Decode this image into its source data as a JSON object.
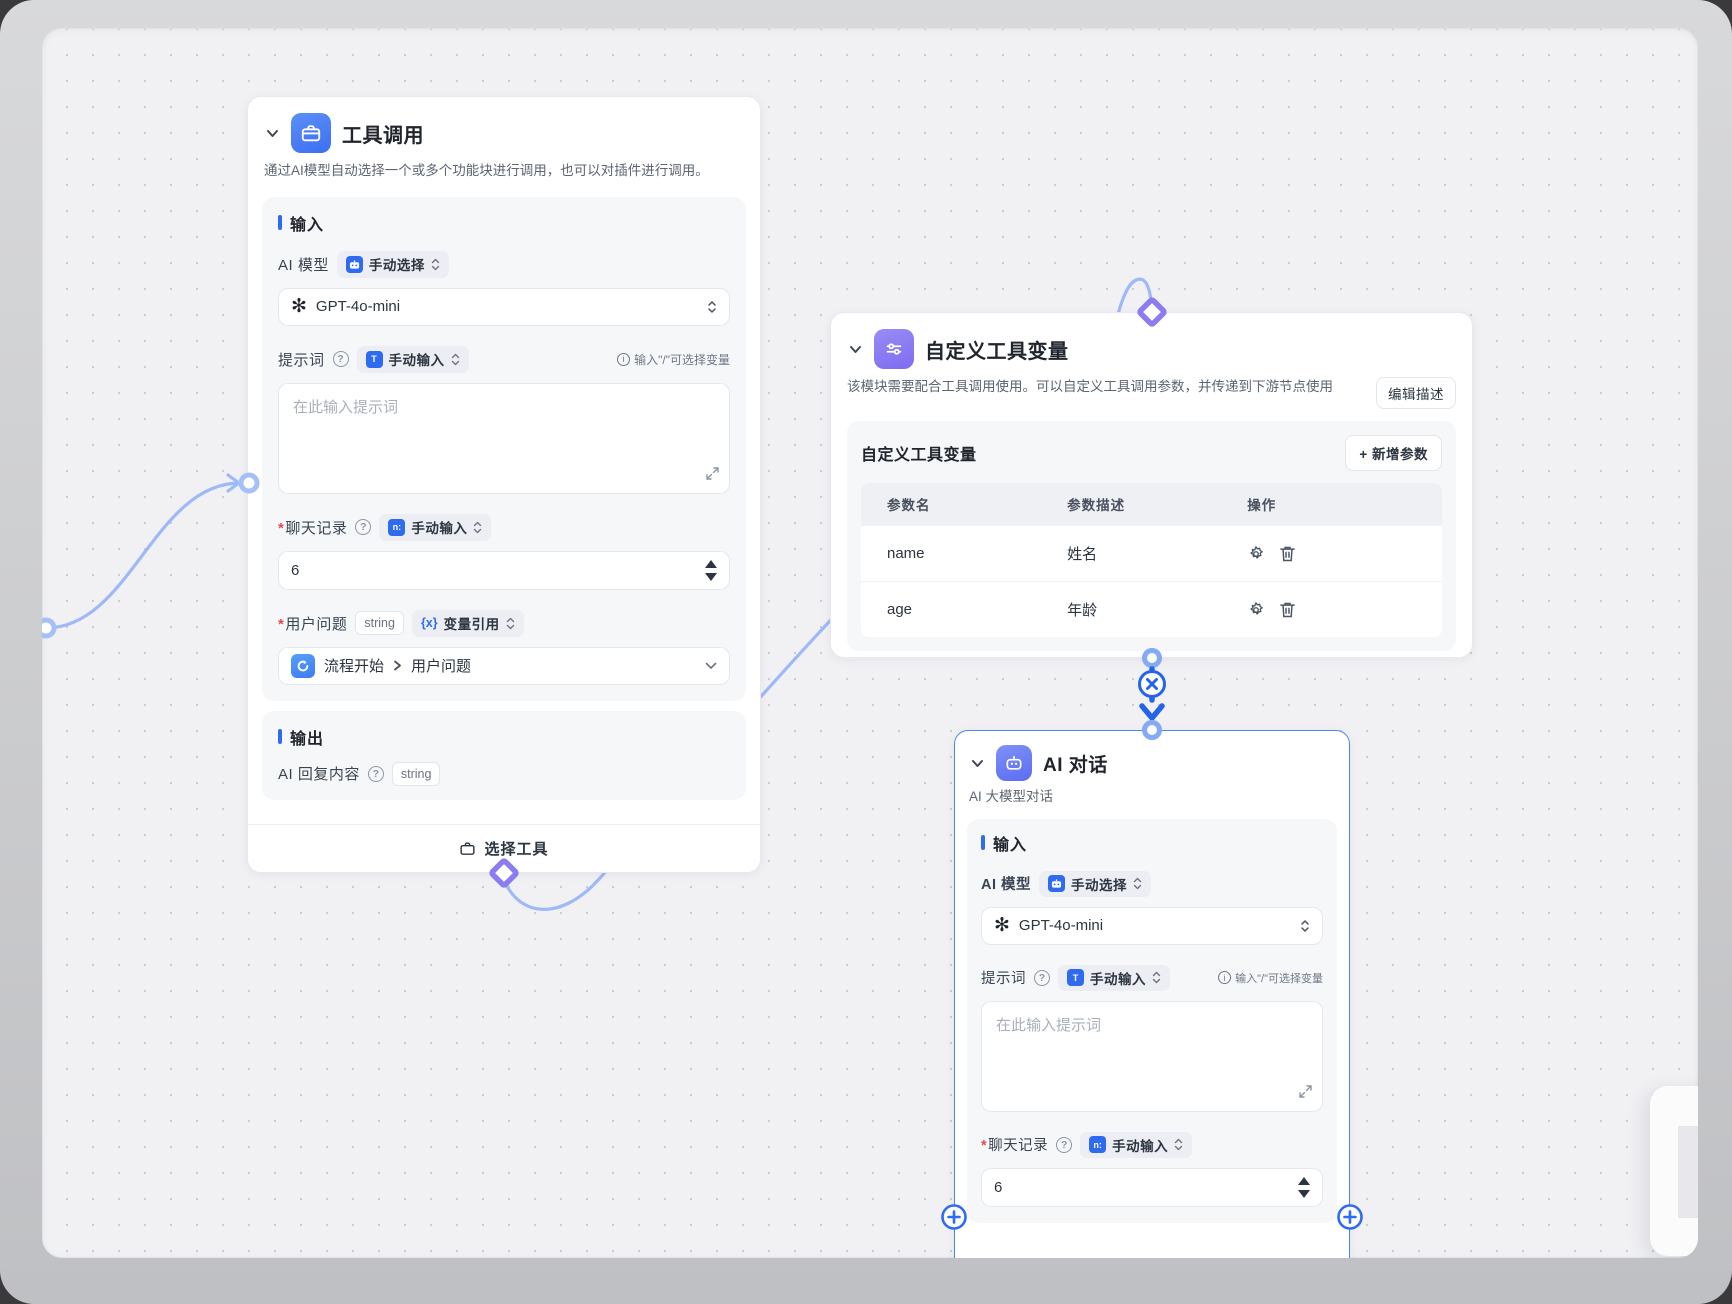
{
  "colors": {
    "accent_blue": "#2f6bf0",
    "edge_blue": "#9db9f7",
    "connector_blue": "#2563eb",
    "handle_purple": "#8b7cf0",
    "selected_border": "#4d86f0"
  },
  "tool_call_node": {
    "title": "工具调用",
    "description": "通过AI模型自动选择一个或多个功能块进行调用，也可以对插件进行调用。",
    "input_section": {
      "header": "输入",
      "ai_model": {
        "label": "AI 模型",
        "mode": "手动选择",
        "model": "GPT-4o-mini"
      },
      "prompt": {
        "label": "提示词",
        "mode": "手动输入",
        "hint": "输入\"/\"可选择变量",
        "placeholder": "在此输入提示词"
      },
      "chat_history": {
        "label": "聊天记录",
        "mode": "手动输入",
        "value": "6"
      },
      "user_question": {
        "label": "用户问题",
        "type": "string",
        "mode": "变量引用",
        "icon": "{x}",
        "value_source": "流程开始",
        "value_field": "用户问题"
      }
    },
    "output_section": {
      "header": "输出",
      "field": "AI 回复内容",
      "type": "string"
    },
    "footer_button": "选择工具"
  },
  "custom_vars_node": {
    "title": "自定义工具变量",
    "description": "该模块需要配合工具调用使用。可以自定义工具调用参数，并传递到下游节点使用",
    "edit_desc_button": "编辑描述",
    "panel": {
      "title": "自定义工具变量",
      "add_button": "+ 新增参数",
      "table": {
        "headers": [
          "参数名",
          "参数描述",
          "操作"
        ],
        "rows": [
          {
            "name": "name",
            "desc": "姓名"
          },
          {
            "name": "age",
            "desc": "年龄"
          }
        ]
      }
    }
  },
  "ai_chat_node": {
    "title": "AI 对话",
    "description": "AI 大模型对话",
    "input_section": {
      "header": "输入",
      "ai_model": {
        "label": "AI 模型",
        "mode": "手动选择",
        "model": "GPT-4o-mini"
      },
      "prompt": {
        "label": "提示词",
        "mode": "手动输入",
        "hint": "输入\"/\"可选择变量",
        "placeholder": "在此输入提示词"
      },
      "chat_history": {
        "label": "聊天记录",
        "mode": "手动输入",
        "value": "6"
      }
    }
  }
}
